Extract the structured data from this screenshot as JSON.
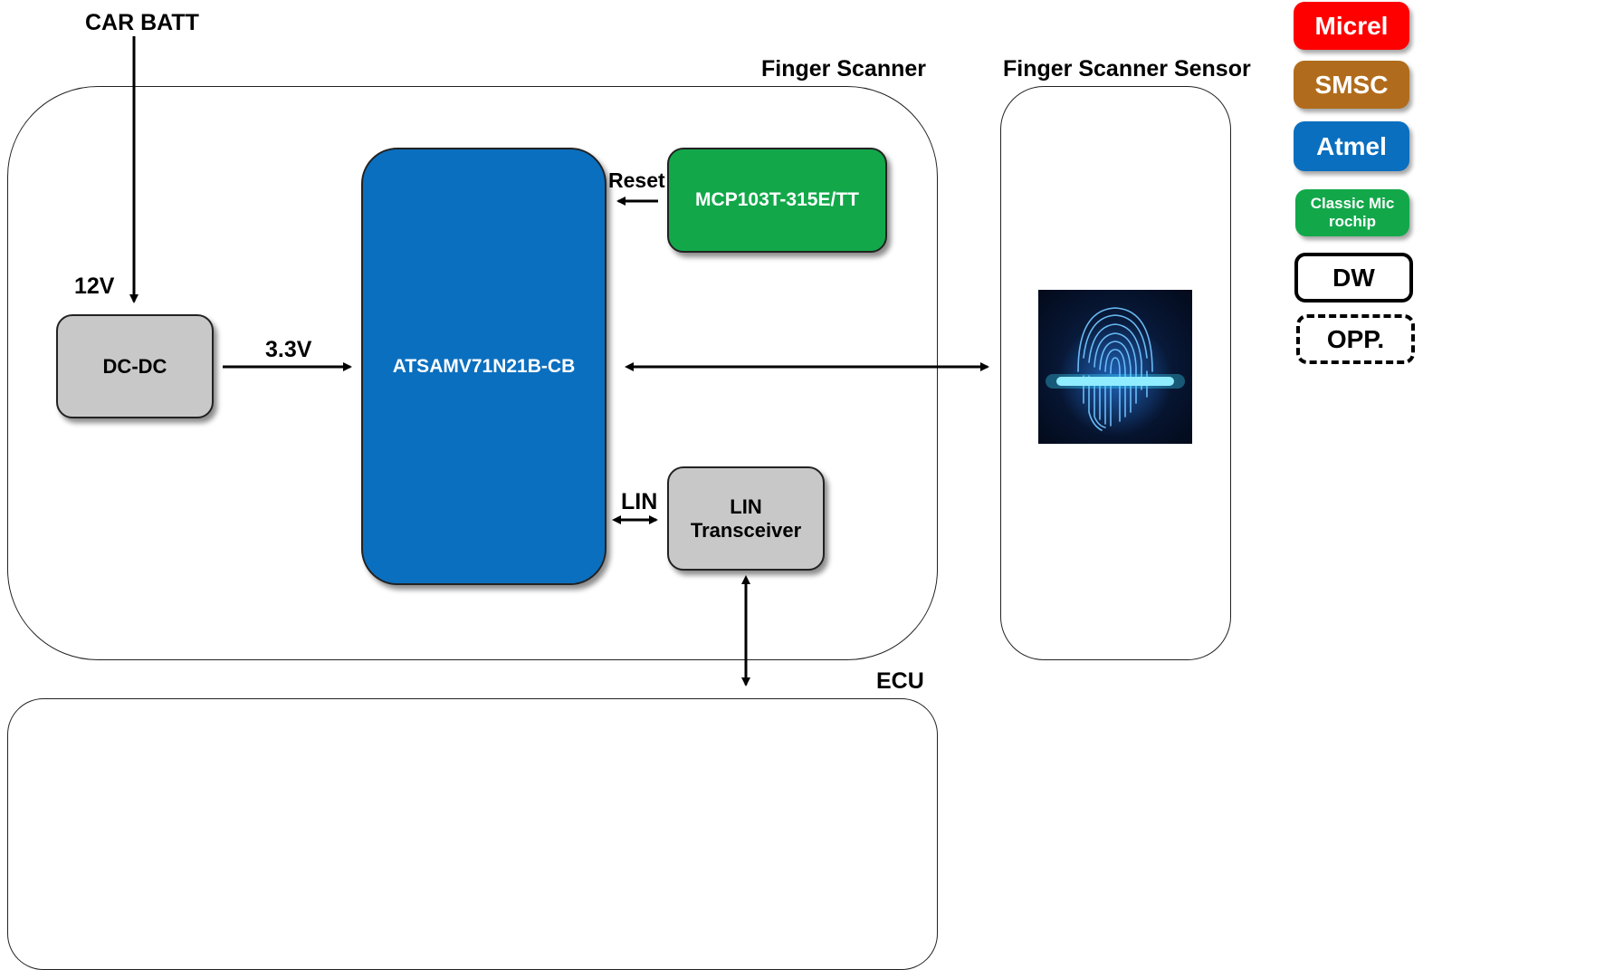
{
  "labels": {
    "car_batt": "CAR BATT",
    "finger_scanner": "Finger Scanner",
    "finger_scanner_sensor": "Finger Scanner Sensor",
    "ecu": "ECU",
    "v12": "12V",
    "v33": "3.3V",
    "reset": "Reset",
    "lin": "LIN"
  },
  "blocks": {
    "dcdc": "DC-DC",
    "mcu": "ATSAMV71N21B-CB",
    "reset_ic": "MCP103T-315E/TT",
    "lin_transceiver_line1": "LIN",
    "lin_transceiver_line2": "Transceiver"
  },
  "legend": [
    {
      "label": "Micrel",
      "color": "#ff0000"
    },
    {
      "label": "SMSC",
      "color": "#b06c1c"
    },
    {
      "label": "Atmel",
      "color": "#0b6fbf"
    },
    {
      "label_line1": "Classic Mic",
      "label_line2": "rochip",
      "color": "#12a84a"
    },
    {
      "label": "DW",
      "style": "solid-outline"
    },
    {
      "label": "OPP.",
      "style": "dashed-outline"
    }
  ],
  "colors": {
    "mcu": "#0b6fbf",
    "reset_ic": "#12a84a",
    "gray_block": "#c8c8c8"
  },
  "icons": {
    "sensor_image": "fingerprint-scan-icon"
  }
}
